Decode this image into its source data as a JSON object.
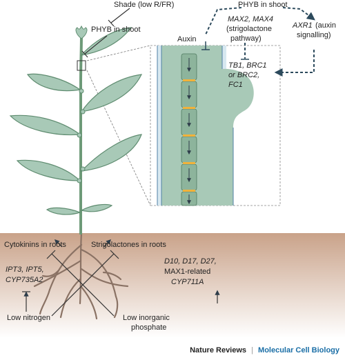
{
  "labels": {
    "shade": "Shade (low R/FR)",
    "phyb_left": "PHYB in shoot",
    "phyb_top": "PHYB in shoot",
    "auxin": "Auxin",
    "max_genes": "MAX2, MAX4",
    "max_sub1": "(strigolactone",
    "max_sub2": "pathway)",
    "axr1": "AXR1",
    "axr1_sub1": "(auxin",
    "axr1_sub2": "signalling)",
    "tb1_l1": "TB1, BRC1",
    "tb1_l2": "or BRC2,",
    "tb1_l3": "FC1",
    "cytokinins": "Cytokinins in roots",
    "strigolactones": "Strigolactones in roots",
    "ipt_l1": "IPT3, IPT5,",
    "ipt_l2": "CYP735A2",
    "d10_l1": "D10, D17, D27,",
    "d10_l2": "MAX1-related",
    "d10_l3": "CYP711A",
    "low_n": "Low nitrogen",
    "low_p1": "Low inorganic",
    "low_p2": "phosphate"
  },
  "footer": {
    "journal": "Nature Reviews",
    "separator": "|",
    "subjournal": "Molecular Cell Biology"
  }
}
